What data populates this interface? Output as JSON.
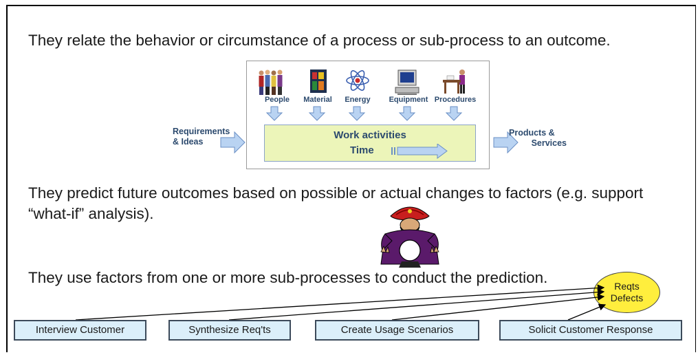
{
  "bullets": [
    "They relate the behavior or circumstance of a process or sub-process to an outcome.",
    "They predict future outcomes based on possible or actual changes to factors (e.g. support “what-if” analysis).",
    "They use factors from one or more sub-processes to conduct the prediction."
  ],
  "process_diagram": {
    "resources": [
      "People",
      "Material",
      "Energy",
      "Equipment",
      "Procedures"
    ],
    "input_label": [
      "Requirements",
      "& Ideas"
    ],
    "work_title": "Work activities",
    "time_label": "Time",
    "output_label": [
      "Products &",
      "Services"
    ]
  },
  "outcome": {
    "line1": "Reqts",
    "line2": "Defects",
    "color": "#ffee3d"
  },
  "subprocesses": [
    "Interview Customer",
    "Synthesize Req'ts",
    "Create Usage Scenarios",
    "Solicit Customer Response"
  ],
  "colors": {
    "work_area": "#ecf5b9",
    "arrow_fill": "#b9d3f2",
    "step_fill": "#dbeffa"
  },
  "icons": [
    "people-icon",
    "material-icon",
    "energy-icon",
    "equipment-icon",
    "procedures-icon",
    "fortune-teller-icon"
  ]
}
